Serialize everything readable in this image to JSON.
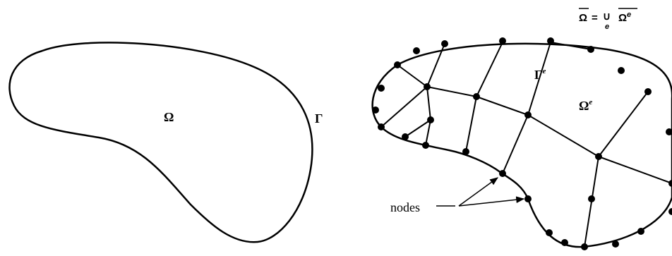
{
  "left_figure": {
    "domain_symbol": "Ω",
    "boundary_symbol": "Γ"
  },
  "right_figure": {
    "element_boundary_symbol": "Γ",
    "element_boundary_superscript": "e",
    "element_domain_symbol": "Ω",
    "element_domain_superscript": "e",
    "nodes_label": "nodes"
  },
  "formula": {
    "lhs": "Ω",
    "equals": "=",
    "union": "∪",
    "union_sub": "e",
    "rhs": "Ω",
    "rhs_superscript": "e"
  },
  "colors": {
    "stroke": "#000000",
    "background": "#ffffff"
  }
}
